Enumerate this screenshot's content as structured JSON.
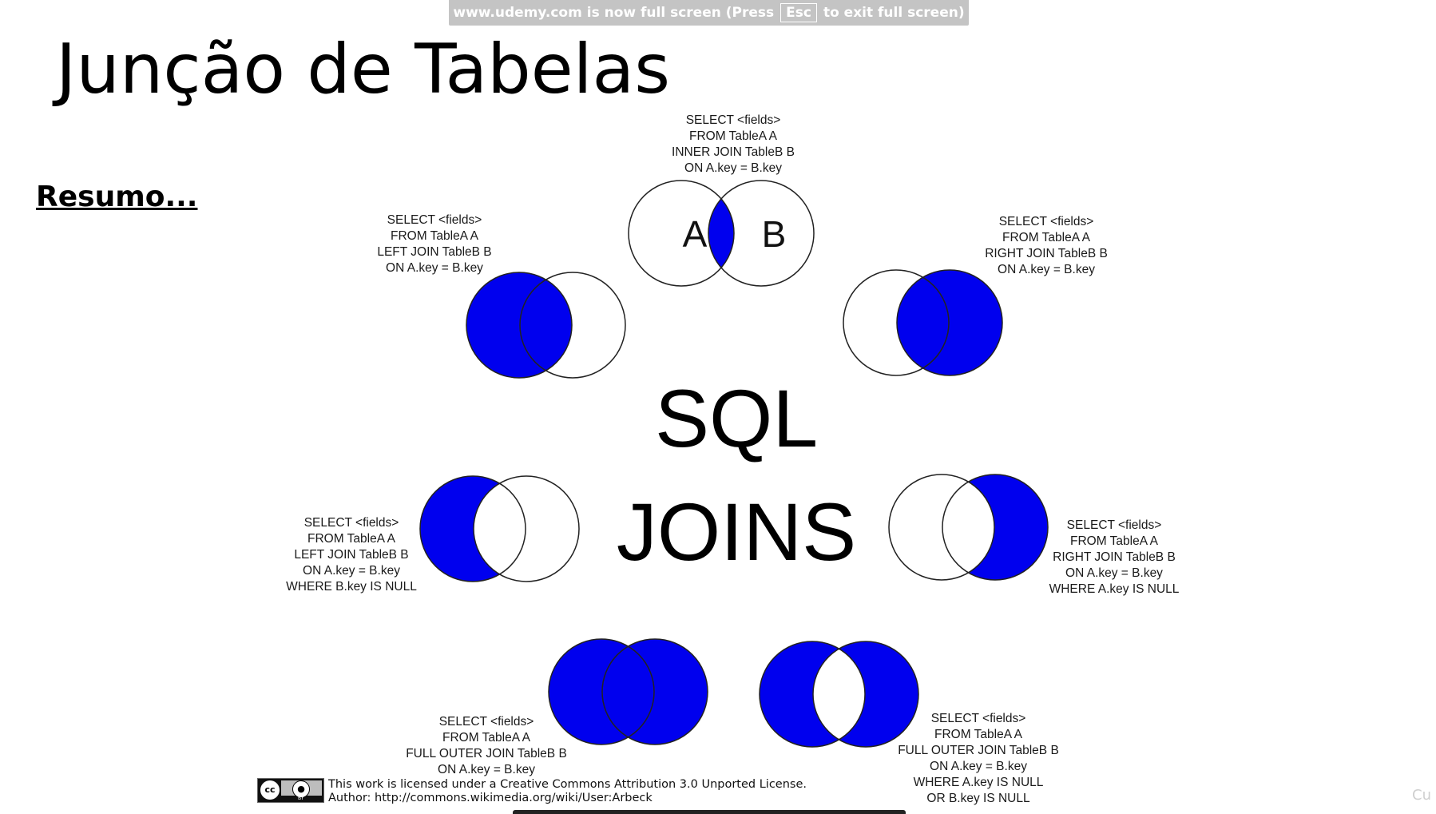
{
  "banner": {
    "text_before": "www.udemy.com is now full screen (Press",
    "key": "Esc",
    "text_after": "to exit full screen)"
  },
  "slide": {
    "title": "Junção de Tabelas",
    "subtitle": "Resumo..."
  },
  "diagram": {
    "center_line1": "SQL",
    "center_line2": "JOINS",
    "circle_label_a": "A",
    "circle_label_b": "B",
    "fill_color": "#0000ee",
    "joins": [
      {
        "id": "inner",
        "lines": [
          "SELECT <fields>",
          "FROM TableA  A",
          "INNER JOIN TableB  B",
          "ON A.key = B.key"
        ]
      },
      {
        "id": "left",
        "lines": [
          "SELECT <fields>",
          "FROM TableA  A",
          "LEFT JOIN TableB  B",
          "ON A.key = B.key"
        ]
      },
      {
        "id": "right",
        "lines": [
          "SELECT <fields>",
          "FROM TableA  A",
          "RIGHT JOIN TableB  B",
          "ON A.key = B.key"
        ]
      },
      {
        "id": "left-exclusive",
        "lines": [
          "SELECT <fields>",
          "FROM TableA  A",
          "LEFT JOIN TableB  B",
          "ON A.key = B.key",
          "WHERE B.key IS NULL"
        ]
      },
      {
        "id": "right-exclusive",
        "lines": [
          "SELECT <fields>",
          "FROM TableA  A",
          "RIGHT JOIN TableB  B",
          "ON A.key = B.key",
          "WHERE A.key IS NULL"
        ]
      },
      {
        "id": "full-outer",
        "lines": [
          "SELECT <fields>",
          "FROM TableA  A",
          "FULL OUTER JOIN TableB  B",
          "ON A.key = B.key"
        ]
      },
      {
        "id": "full-outer-exclusive",
        "lines": [
          "SELECT <fields>",
          "FROM TableA  A",
          "FULL OUTER JOIN TableB  B",
          "ON A.key = B.key",
          "WHERE A.key IS NULL",
          "OR B.key IS NULL"
        ]
      }
    ]
  },
  "license": {
    "line1": "This work is licensed under a Creative Commons Attribution 3.0 Unported License.",
    "line2": "Author: http://commons.wikimedia.org/wiki/User:Arbeck",
    "badge_cc": "cc",
    "badge_by": "BY"
  },
  "corner": {
    "text": "Cu"
  }
}
